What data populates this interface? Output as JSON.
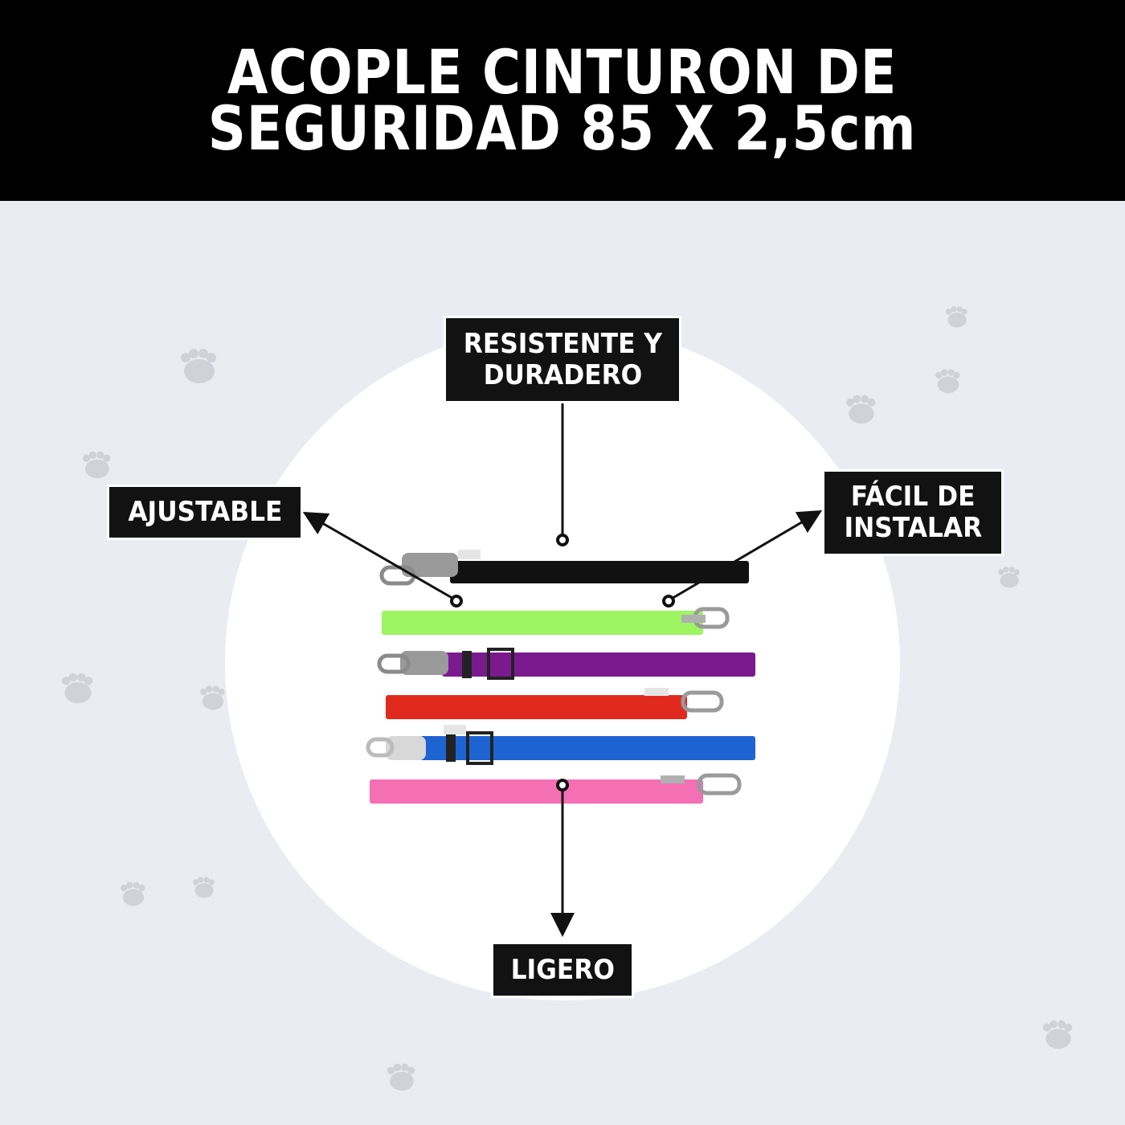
{
  "header": {
    "title_line1": "ACOPLE CINTURON DE",
    "title_line2": "SEGURIDAD 85 X 2,5cm"
  },
  "callouts": {
    "top": {
      "line1": "RESISTENTE Y",
      "line2": "DURADERO"
    },
    "left": {
      "line1": "AJUSTABLE"
    },
    "right": {
      "line1": "FÁCIL DE",
      "line2": "INSTALAR"
    },
    "bottom": {
      "line1": "LIGERO"
    }
  },
  "products": [
    {
      "color_name": "black",
      "hex": "#111111"
    },
    {
      "color_name": "lime-green",
      "hex": "#9cf561"
    },
    {
      "color_name": "purple",
      "hex": "#7a1a8e"
    },
    {
      "color_name": "red",
      "hex": "#e12a1e"
    },
    {
      "color_name": "blue",
      "hex": "#1e63d2"
    },
    {
      "color_name": "pink",
      "hex": "#f56fb4"
    }
  ],
  "colors": {
    "header_bg": "#000000",
    "background": "#e9ecf1",
    "label_bg": "#121212",
    "paw": "#cfd3d9"
  },
  "icons": {
    "decoration": "paw-print-icon"
  }
}
